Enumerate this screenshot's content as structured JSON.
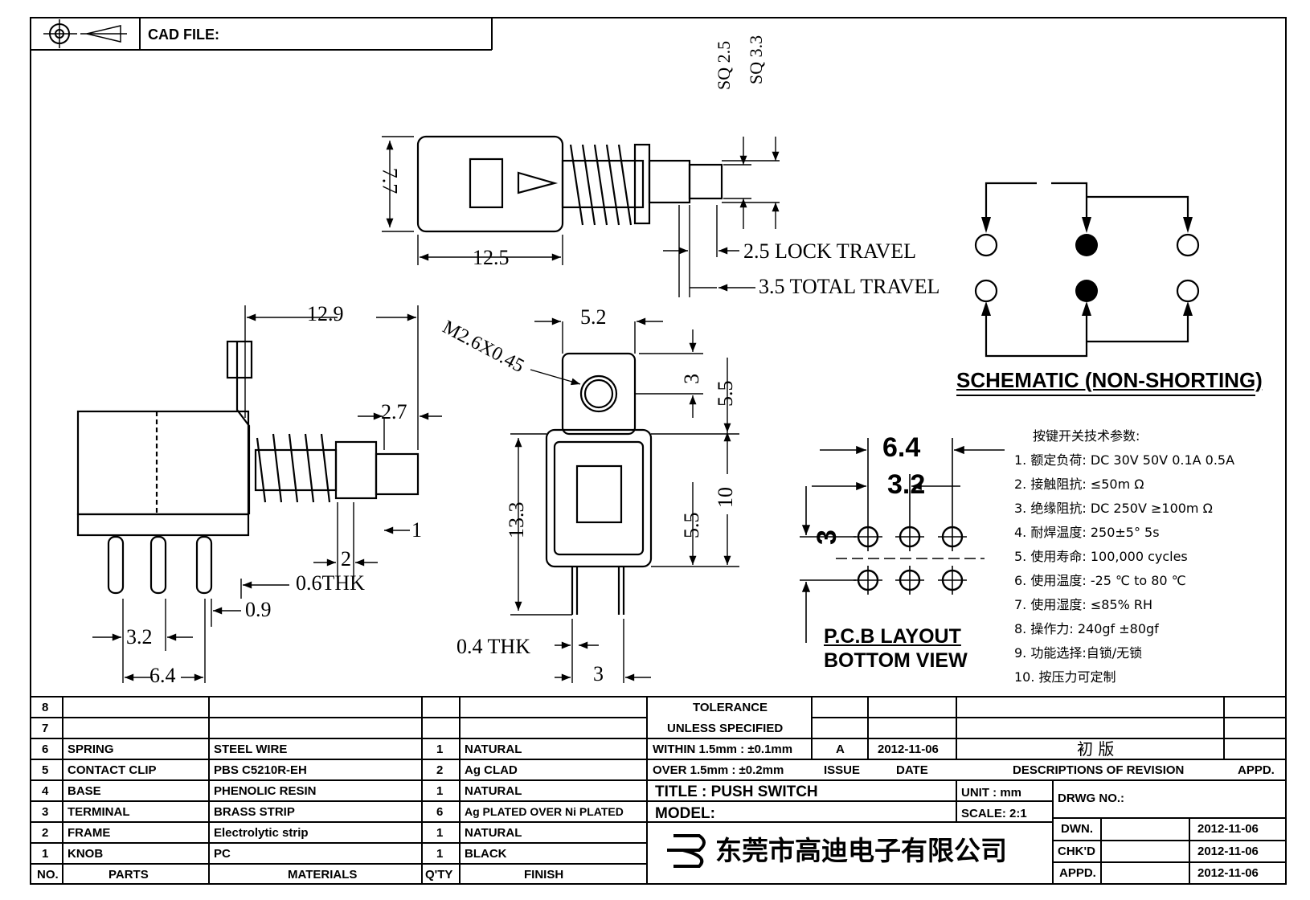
{
  "header": {
    "cad_file_label": "CAD FILE:"
  },
  "side_view": {
    "height": "7.7",
    "length": "12.5",
    "sq1": "SQ 2.5",
    "sq2": "SQ 3.3",
    "lock_travel": "2.5 LOCK TRAVEL",
    "total_travel": "3.5 TOTAL TRAVEL"
  },
  "front_view": {
    "d_12_9": "12.9",
    "d_2_7": "2.7",
    "d_1": "1",
    "d_2": "2",
    "d_0_6thk": "0.6THK",
    "d_0_9": "0.9",
    "d_3_2": "3.2",
    "d_6_4": "6.4"
  },
  "end_view": {
    "thread": "M2.6X0.45",
    "d_5_2": "5.2",
    "d_3": "3",
    "d_5_5_top": "5.5",
    "d_13_3": "13.3",
    "d_10": "10",
    "d_5_5_bot": "5.5",
    "thk": "0.4  THK",
    "d_3_bot": "3"
  },
  "schematic": {
    "title": "SCHEMATIC (NON-SHORTING)"
  },
  "pcb": {
    "d_6_4": "6.4",
    "d_3_2": "3.2",
    "d_3": "3",
    "title1": "P.C.B LAYOUT",
    "title2": "BOTTOM  VIEW"
  },
  "specs": {
    "heading": "按键开关技术参数:",
    "items": [
      "1.  额定负荷: DC 30V 50V    0.1A  0.5A",
      "2.  接触阻抗:  ≤50m Ω",
      "3.  绝缘阻抗: DC 250V  ≥100m Ω",
      "4.  耐焊温度: 250±5°    5s",
      "5.  使用寿命: 100,000 cycles",
      "6.  使用温度: -25  ℃  to 80  ℃",
      "7.  使用湿度:  ≤85% RH",
      "8.  操作力: 240gf  ±80gf",
      "9.  功能选择:自锁/无锁",
      "10.  按压力可定制"
    ]
  },
  "bom": {
    "rows": [
      {
        "no": "8",
        "part": "",
        "material": "",
        "qty": "",
        "finish": ""
      },
      {
        "no": "7",
        "part": "",
        "material": "",
        "qty": "",
        "finish": ""
      },
      {
        "no": "6",
        "part": "SPRING",
        "material": "STEEL WIRE",
        "qty": "1",
        "finish": "NATURAL"
      },
      {
        "no": "5",
        "part": "CONTACT CLIP",
        "material": "PBS C5210R-EH",
        "qty": "2",
        "finish": "Ag CLAD"
      },
      {
        "no": "4",
        "part": "BASE",
        "material": "PHENOLIC RESIN",
        "qty": "1",
        "finish": "NATURAL"
      },
      {
        "no": "3",
        "part": "TERMINAL",
        "material": "BRASS STRIP",
        "qty": "6",
        "finish": "Ag PLATED OVER Ni PLATED"
      },
      {
        "no": "2",
        "part": "FRAME",
        "material": "Electrolytic strip",
        "qty": "1",
        "finish": "NATURAL"
      },
      {
        "no": "1",
        "part": "KNOB",
        "material": "PC",
        "qty": "1",
        "finish": "BLACK"
      }
    ],
    "headers": {
      "no": "NO.",
      "part": "PARTS",
      "material": "MATERIALS",
      "qty": "Q'TY",
      "finish": "FINISH"
    }
  },
  "titleblock": {
    "tol1": "TOLERANCE",
    "tol2": "UNLESS  SPECIFIED",
    "tol3": "WITHIN 1.5mm : ±0.1mm",
    "tol4": "OVER 1.5mm : ±0.2mm",
    "rev": "A",
    "rev_date": "2012-11-06",
    "rev_desc": "初 版",
    "issue": "ISSUE",
    "date": "DATE",
    "desc_hdr": "DESCRIPTIONS OF REVISION",
    "appd_hdr": "APPD.",
    "title": "TITLE :  PUSH SWITCH",
    "unit": "UNIT :  mm",
    "drwg": "DRWG NO.:",
    "model": "MODEL:",
    "scale": "SCALE:  2:1",
    "company": "东莞市高迪电子有限公司",
    "dwn": "DWN.",
    "chkd": "CHK'D",
    "appd": "APPD.",
    "dwn_date": "2012-11-06",
    "chkd_date": "2012-11-06",
    "appd_date": "2012-11-06"
  }
}
